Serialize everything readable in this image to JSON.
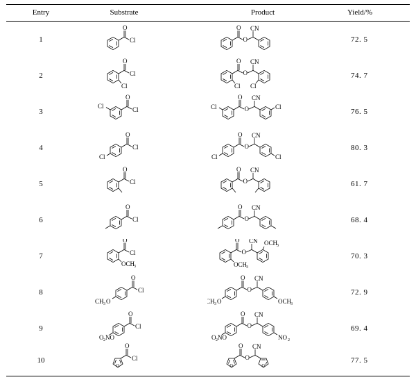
{
  "header": {
    "entry": "Entry",
    "substrate": "Substrate",
    "product": "Product",
    "yield": "Yield/%"
  },
  "labels": {
    "cl": "Cl",
    "cn": "CN",
    "o": "O",
    "me": "CH",
    "three": "3",
    "two": "2",
    "och3": "OCH",
    "ch3o": "CH",
    "no2": "NO",
    "o2n": "O"
  },
  "rows": [
    {
      "entry": "1",
      "yield": "72. 5"
    },
    {
      "entry": "2",
      "yield": "74. 7"
    },
    {
      "entry": "3",
      "yield": "76. 5"
    },
    {
      "entry": "4",
      "yield": "80. 3"
    },
    {
      "entry": "5",
      "yield": "61. 7"
    },
    {
      "entry": "6",
      "yield": "68. 4"
    },
    {
      "entry": "7",
      "yield": "70. 3"
    },
    {
      "entry": "8",
      "yield": "72. 9"
    },
    {
      "entry": "9",
      "yield": "69. 4"
    },
    {
      "entry": "10",
      "yield": "77. 5"
    }
  ]
}
